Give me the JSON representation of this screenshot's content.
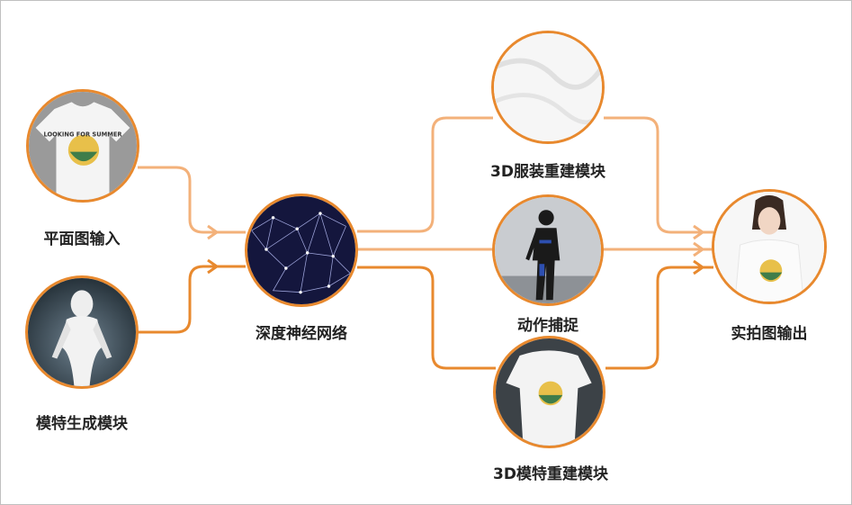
{
  "colors": {
    "accent": "#e8892e",
    "accent_light": "#f3b17a",
    "text": "#222222"
  },
  "nodes": {
    "flat_input": {
      "label": "平面图输入",
      "icon": "tshirt-flat-icon"
    },
    "model_gen": {
      "label": "模特生成模块",
      "icon": "mannequin-icon"
    },
    "neural_net": {
      "label": "深度神经网络",
      "icon": "neural-mesh-icon"
    },
    "garment_3d": {
      "label": "3D服装重建模块",
      "icon": "white-fabric-icon"
    },
    "motion": {
      "label": "动作捕捉",
      "icon": "motion-capture-figure-icon"
    },
    "model_3d": {
      "label": "3D模特重建模块",
      "icon": "model-wearing-shirt-icon"
    },
    "output": {
      "label": "实拍图输出",
      "icon": "photo-model-icon"
    }
  }
}
